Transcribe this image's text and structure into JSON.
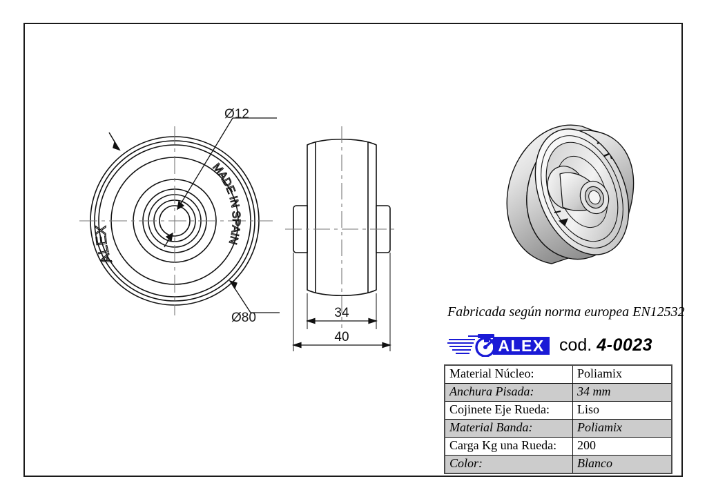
{
  "document": {
    "type": "technical-drawing",
    "product": "caster wheel"
  },
  "drawing": {
    "front_view": {
      "name": "front-view",
      "embossed_text_left": "ALEX",
      "embossed_text_right": "MADE IN SPAIN",
      "bore_diameter_label": "Ø12",
      "wheel_diameter_label": "Ø80"
    },
    "side_view": {
      "name": "side-view",
      "tread_width_label": "34",
      "overall_width_label": "40"
    },
    "iso_view": {
      "name": "isometric-view"
    }
  },
  "info": {
    "norm_text": "Fabricada según norma europea EN12532",
    "logo_text": "ALEX",
    "code_prefix": "cod.",
    "code_value": "4-0023",
    "brand_color": "#1a1ad6"
  },
  "spec_table": {
    "rows": [
      {
        "key": "Material Núcleo:",
        "value": "Poliamix"
      },
      {
        "key": "Anchura Pisada:",
        "value": "34 mm"
      },
      {
        "key": "Cojinete Eje Rueda:",
        "value": "Liso"
      },
      {
        "key": "Material Banda:",
        "value": "Poliamix"
      },
      {
        "key": "Carga Kg una Rueda:",
        "value": "200"
      },
      {
        "key": "Color:",
        "value": "Blanco"
      }
    ]
  }
}
